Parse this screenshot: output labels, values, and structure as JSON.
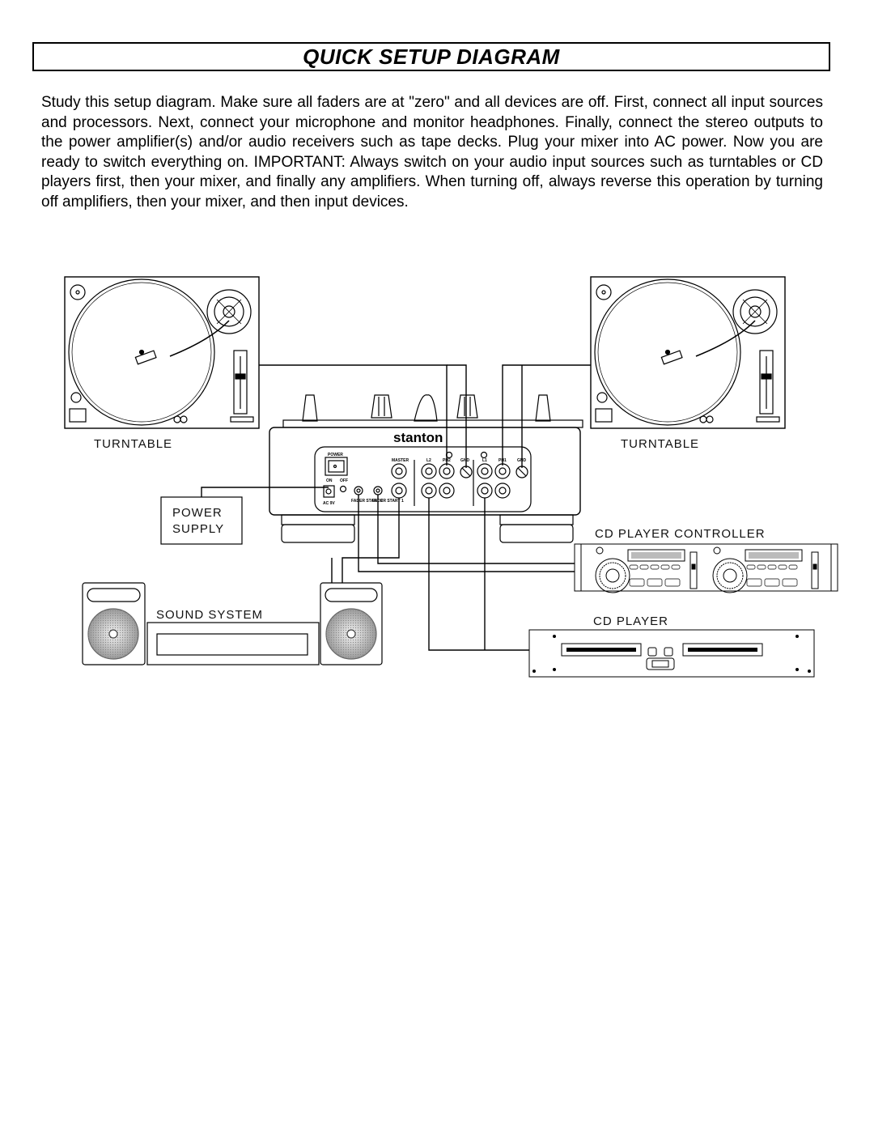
{
  "page": {
    "title": "QUICK SETUP DIAGRAM",
    "intro": "Study this setup diagram. Make sure all faders are at \"zero\" and all devices are off. First, connect all input sources and processors. Next, connect your microphone and monitor headphones. Finally, connect the stereo outputs to the power amplifier(s) and/or audio receivers such as tape decks. Plug your mixer into AC power. Now you are ready to switch everything on. IMPORTANT: Always switch on your audio input sources such as turntables or CD players first, then your mixer, and finally any amplifiers. When turning off, always reverse this operation by turning off amplifiers, then your mixer, and then input devices."
  },
  "diagram": {
    "left_turntable_label": "TURNTABLE",
    "right_turntable_label": "TURNTABLE",
    "power_supply_line1": "POWER",
    "power_supply_line2": "SUPPLY",
    "sound_system_label": "SOUND SYSTEM",
    "cd_controller_label": "CD PLAYER  CONTROLLER",
    "cd_player_label": "CD PLAYER",
    "mixer": {
      "brand": "stanton",
      "power": "POWER",
      "on": "ON",
      "off": "OFF",
      "ac": "AC 9V",
      "fader_start_2": "FADER START 2",
      "fader_start_1": "FADER START 1",
      "master": "MASTER",
      "l2": "L2",
      "ph2": "PH2",
      "gnd_a": "GND",
      "l1": "L1",
      "ph1": "PH1",
      "gnd_b": "GND"
    }
  }
}
